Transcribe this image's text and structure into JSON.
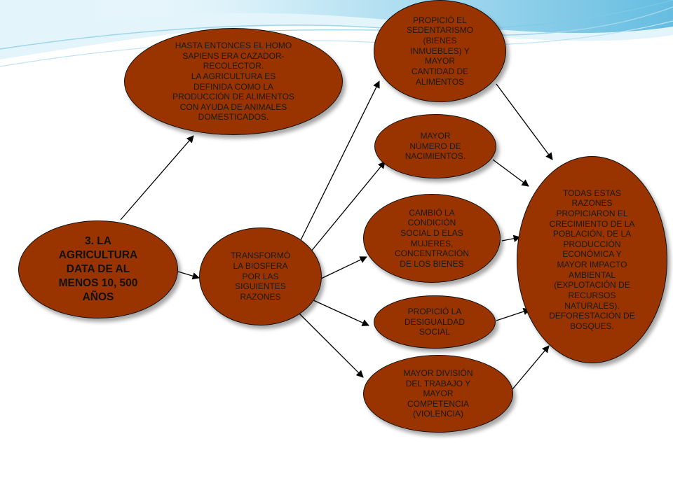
{
  "diagram": {
    "nodes": {
      "main": "3. LA\nAGRICULTURA\nDATA DE AL\nMENOS 10, 500\nAÑOS",
      "hasta": "HASTA ENTONCES  EL HOMO\nSAPIENS ERA CAZADOR-\nRECOLECTOR.\nLA AGRICULTURA  ES\nDEFINIDA COMO LA\nPRODUCCIÓN  DE ALIMENTOS\nCON AYUDA DE ANIMALES\nDOMESTICADOS.",
      "transformo": "TRANSFORMÓ\nLA BIOSFERA\nPOR LAS\nSIGUIENTES\nRAZONES",
      "propicio_sedentarismo": "PROPICIÓ  EL\nSEDENTARISMO\n(BIENES\nINMUEBLES)  Y\nMAYOR\nCANTIDAD  DE\nALIMENTOS",
      "mayor_nacimientos": "MAYOR\nNÚMERO DE\nNACIMIENTOS.",
      "cambio_condicion": "CAMBIÓ  LA\nCONDICIÓN\nSOCIAL  D ELAS\nMUJERES,\nCONCENTRACIÓN\nDE LOS BIENES",
      "propicio_desigualdad": "PROPICIÓ  LA\nDESIGUALDAD\nSOCIAL",
      "mayor_division": "MAYOR DIVISIÓN\nDEL TRABAJO  Y\nMAYOR\nCOMPETENCIA\n(VIOLENCIA)",
      "todas_razones": "TODAS ESTAS\nRAZONES\nPROPICIARON  EL\nCRECIMIENTO   DE LA\nPOBLACIÓN,  DE LA\nPRODUCCIÓN\nECONÓMICA  Y\nMAYOR IMPACTO\nAMBIENTAL\n(EXPLOTACIÓN  DE\nRECURSOS\nNATURALES).\nDEFORESTACIÓN  DE\nBOSQUES."
    },
    "edges": [
      {
        "from": "main",
        "to": "hasta"
      },
      {
        "from": "main",
        "to": "transformo"
      },
      {
        "from": "transformo",
        "to": "propicio_sedentarismo"
      },
      {
        "from": "transformo",
        "to": "mayor_nacimientos"
      },
      {
        "from": "transformo",
        "to": "cambio_condicion"
      },
      {
        "from": "transformo",
        "to": "propicio_desigualdad"
      },
      {
        "from": "transformo",
        "to": "mayor_division"
      },
      {
        "from": "propicio_sedentarismo",
        "to": "todas_razones"
      },
      {
        "from": "mayor_nacimientos",
        "to": "todas_razones"
      },
      {
        "from": "cambio_condicion",
        "to": "todas_razones"
      },
      {
        "from": "propicio_desigualdad",
        "to": "todas_razones"
      },
      {
        "from": "mayor_division",
        "to": "todas_razones"
      }
    ],
    "colors": {
      "node_fill": "#993300",
      "node_border": "#111111",
      "text": "#1a1a1a",
      "arrow": "#000000",
      "wave_light": "#dff2fb",
      "wave_mid": "#a9dcef",
      "wave_dark": "#5bbbe0"
    }
  }
}
